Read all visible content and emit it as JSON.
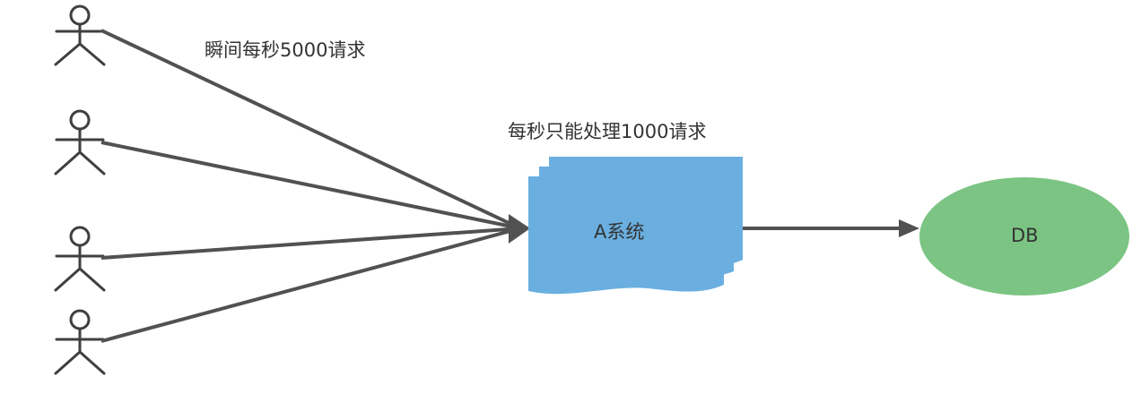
{
  "diagram": {
    "labels": {
      "burst_request": "瞬间每秒5000请求",
      "capacity": "每秒只能处理1000请求"
    },
    "nodes": {
      "system": {
        "label": "A系统",
        "color": "#6aafe0"
      },
      "database": {
        "label": "DB",
        "color": "#7bc483"
      }
    },
    "actors": [
      {
        "icon": "person-icon"
      },
      {
        "icon": "person-icon"
      },
      {
        "icon": "person-icon"
      },
      {
        "icon": "person-icon"
      }
    ],
    "colors": {
      "line": "#515151",
      "actor": "#3f3f3f",
      "text": "#333333"
    }
  }
}
